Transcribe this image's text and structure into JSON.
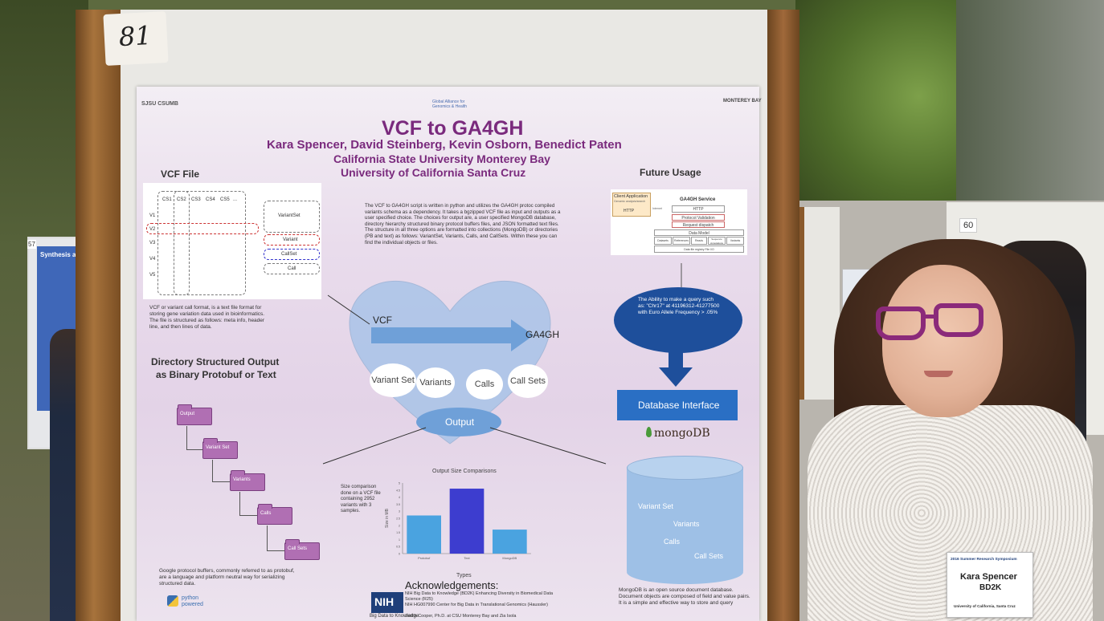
{
  "booth_number": "81",
  "poster": {
    "header_logo_left": "SJSU CSUMB",
    "header_logo_center": "Global Alliance for Genomics & Health",
    "header_logo_right": "MONTEREY BAY",
    "title": "VCF to GA4GH",
    "authors": "Kara Spencer, David Steinberg, Kevin Osborn, Benedict Paten",
    "affiliation_1": "California State University Monterey Bay",
    "affiliation_2": "University of California Santa Cruz",
    "vcf_section": {
      "heading": "VCF File",
      "table_header": [
        "CS1",
        "CS2",
        "CS3",
        "CS4",
        "CS5",
        "..."
      ],
      "table_rows": [
        "V1",
        "V2",
        "V3",
        "V4",
        "V5"
      ],
      "labels": [
        "VariantSet",
        "Variant",
        "CallSet",
        "Call"
      ],
      "description": "VCF or variant call format, is a text file format for storing gene variation data used in bioinformatics. The file is structured as follows: meta info, header line, and then lines of data."
    },
    "intro_text": "The VCF to GA4GH script is written in python and utilizes the GA4GH protoc compiled variants schema as a dependency. It takes a bgzipped VCF file as input and outputs as a user specified choice. The choices for output are, a user specified MongoDB database, directory hierarchy structured binary protocol buffers files, and JSON formatted text files. The structure in all three options are formatted into collections (MongoDB) or directories (PB and text) as follows: VariantSet, Variants, Calls, and CallSets. Within these you can find the individual objects or files.",
    "heart": {
      "arrow_start": "VCF",
      "arrow_end": "GA4GH",
      "bubbles": [
        "Variant Set",
        "Variants",
        "Calls",
        "Call Sets"
      ],
      "output": "Output"
    },
    "directory_section": {
      "heading_1": "Directory Structured Output",
      "heading_2": "as Binary Protobuf or Text",
      "folders": [
        "Output",
        "Variant Set",
        "Variants",
        "Calls",
        "Call Sets"
      ],
      "description": "Google protocol buffers, commonly referred to as protobuf, are a language and platform neutral way for serializing structured data.",
      "python_logo": "python powered"
    },
    "chart": {
      "caption": "Size comparison done on a VCF file containing 2952 variants with 3 samples.",
      "xlabel_note": "Types"
    },
    "chart_data": {
      "type": "bar",
      "title": "Output Size Comparisons",
      "categories": [
        "Protobuf",
        "Text",
        "MongoDB"
      ],
      "values": [
        2.7,
        4.6,
        1.7
      ],
      "ylabel": "Size in MB",
      "xlabel": "Types",
      "ylim": [
        0,
        5
      ],
      "yticks": [
        "5",
        "4.5",
        "4",
        "3.5",
        "3",
        "2.5",
        "2",
        "1.5",
        "1",
        "0.5",
        "0"
      ],
      "colors": [
        "#4aa3e0",
        "#3d3dcf",
        "#4aa3e0"
      ]
    },
    "future": {
      "heading": "Future Usage",
      "client_app": "Client Application",
      "client_sub": "Genomic analysis/search",
      "client_http": "HTTP",
      "internet": "Internet",
      "service_title": "GA4GH Service",
      "service_http": "HTTP",
      "protocol_validation": "Protocol Validation",
      "request_dispatch": "Request dispatch",
      "data_model": "Data Model",
      "model_items": [
        "Datasets",
        "References",
        "Reads",
        "Sequence Annotations",
        "Variants"
      ],
      "data_backend": "Data file registry  File I/O",
      "query_text": "The Ability to make a query such as: \"Chr17\" at 41196312-41277500 with Euro Allele Frequency > .05%",
      "db_interface": "Database Interface",
      "mongo_logo": "mongoDB",
      "cylinder_items": [
        "Variant Set",
        "Variants",
        "Calls",
        "Call Sets"
      ],
      "mongo_text": "MongoDB is an open source document database. Document objects are composed of field and value pairs. It is a simple and effective way to store and query"
    },
    "acknowledgements": {
      "heading": "Acknowledgements:",
      "lines": [
        "NIH Big Data to Knowledge (BD2K) Enhancing Diversity in Biomedical Data Science (R25)",
        "NIH HG007990 Center for Big Data in Translational Genomics (Haussler)",
        "Judith Cooper, Ph.D. at CSU Monterey Bay and Zia Isola"
      ],
      "nih_logo": "NIH",
      "nih_sub": "Big Data to Knowledge"
    }
  },
  "side_poster_left": {
    "label": "Synthesis a",
    "number": "57"
  },
  "side_poster_right": {
    "number": "60"
  },
  "name_badge": {
    "event": "2016 Summer Research Symposium",
    "name": "Kara Spencer",
    "program": "BD2K",
    "school": "University of California, Santa Cruz"
  }
}
